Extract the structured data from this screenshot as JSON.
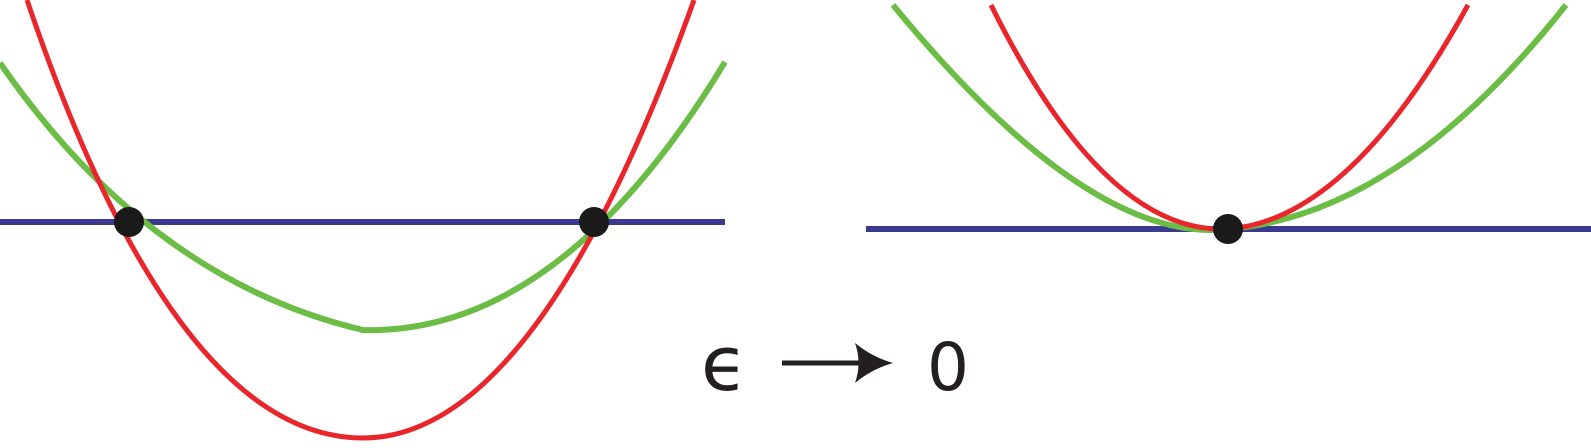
{
  "colors": {
    "horizontal_line": "#3b3a8f",
    "red_curve": "#e8262b",
    "green_curve": "#6bbd45",
    "points": "#1a1a1a",
    "text": "#231f20",
    "background": "#ffffff"
  },
  "left_diagram": {
    "line": {
      "name": "baseline"
    },
    "red_curve": {
      "name": "parabola-steep"
    },
    "green_curve": {
      "name": "parabola-shallow"
    },
    "points": 2
  },
  "right_diagram": {
    "line": {
      "name": "baseline"
    },
    "red_curve": {
      "name": "parabola-steep"
    },
    "green_curve": {
      "name": "parabola-shallow"
    },
    "points": 1
  },
  "caption": {
    "symbol": "ϵ",
    "arrow_icon": "right-arrow-icon",
    "value": "0"
  }
}
